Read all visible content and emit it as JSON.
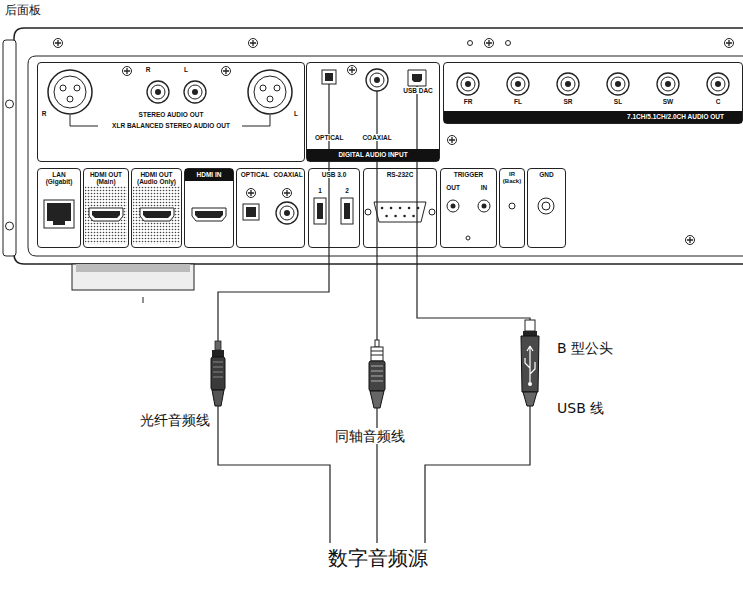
{
  "diagram": {
    "title": "后面板",
    "nodes": [
      {
        "text": [
          "STEREO AUDIO OUT",
          "XLR BALANCED STEREO AUDIO OUT"
        ]
      },
      {
        "text": [
          "DIGITAL AUDIO INPUT"
        ]
      },
      {
        "text": [
          "OPTICAL"
        ],
        "in": 1
      },
      {
        "text": [
          "COAXIAL"
        ],
        "in": 1
      },
      {
        "text": [
          "USB DAC"
        ],
        "in": 1
      },
      {
        "text": [
          "7.1CH/5.1CH/2.0CH AUDIO OUT"
        ]
      },
      {
        "text": [
          "LAN (Gigabit)"
        ]
      },
      {
        "text": [
          "HDMI OUT (Main)"
        ]
      },
      {
        "text": [
          "HDMI OUT (Audio Only)"
        ]
      },
      {
        "text": [
          "HDMI IN"
        ]
      },
      {
        "text": [
          "OPTICAL",
          "COAXIAL"
        ]
      },
      {
        "text": [
          "USB 3.0"
        ]
      },
      {
        "text": [
          "RS-232C"
        ]
      },
      {
        "text": [
          "TRIGGER"
        ]
      },
      {
        "text": [
          "IR (Back)"
        ]
      },
      {
        "text": [
          "GND"
        ]
      },
      {
        "text": [
          "数字音频源"
        ]
      }
    ],
    "edges": [
      {
        "from": 16,
        "to": 2,
        "arrow": "none"
      },
      {
        "from": 16,
        "to": 3,
        "arrow": "none"
      },
      {
        "from": 16,
        "to": 4,
        "arrow": "none"
      }
    ],
    "labels": [
      "R",
      "R",
      "L",
      "L",
      "FR",
      "FL",
      "SR",
      "SL",
      "SW",
      "C",
      "1",
      "2",
      "OUT",
      "IN",
      "光纤音频线",
      "同轴音频线",
      "B 型公头",
      "USB 线"
    ]
  }
}
